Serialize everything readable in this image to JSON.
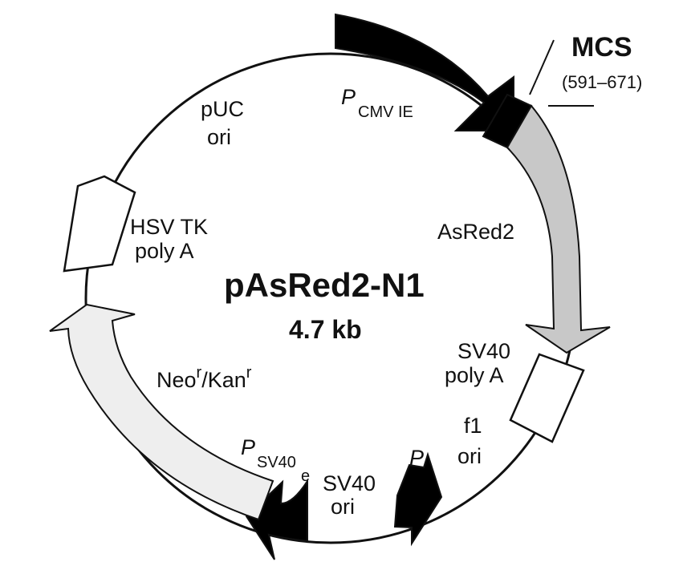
{
  "plasmid": {
    "name": "pAsRed2-N1",
    "size": "4.7 kb"
  },
  "features": {
    "pcmv": {
      "p": "P",
      "sub": "CMV IE"
    },
    "mcs": {
      "label": "MCS",
      "range": "(591–671)"
    },
    "asred2": {
      "label": "AsRed2"
    },
    "sv40polya": {
      "line1": "SV40",
      "line2": "poly A"
    },
    "f1ori": {
      "line1": "f1",
      "line2": "ori"
    },
    "p": {
      "label": "P"
    },
    "sv40ori": {
      "line1": "SV40",
      "line2": "ori"
    },
    "psv40e": {
      "p": "P",
      "sub": "SV40",
      "subsub": "e"
    },
    "neo": {
      "a": "Neo",
      "sup1": "r",
      "b": "/Kan",
      "sup2": "r"
    },
    "hsvtk": {
      "line1": "HSV TK",
      "line2": "poly A"
    },
    "puc": {
      "line1": "pUC",
      "line2": "ori"
    }
  },
  "colors": {
    "asred2_fill": "#c8c8c8",
    "neo_fill": "#eeeeee",
    "promoter_fill": "#000000",
    "box_fill": "#ffffff",
    "line": "#111111"
  }
}
